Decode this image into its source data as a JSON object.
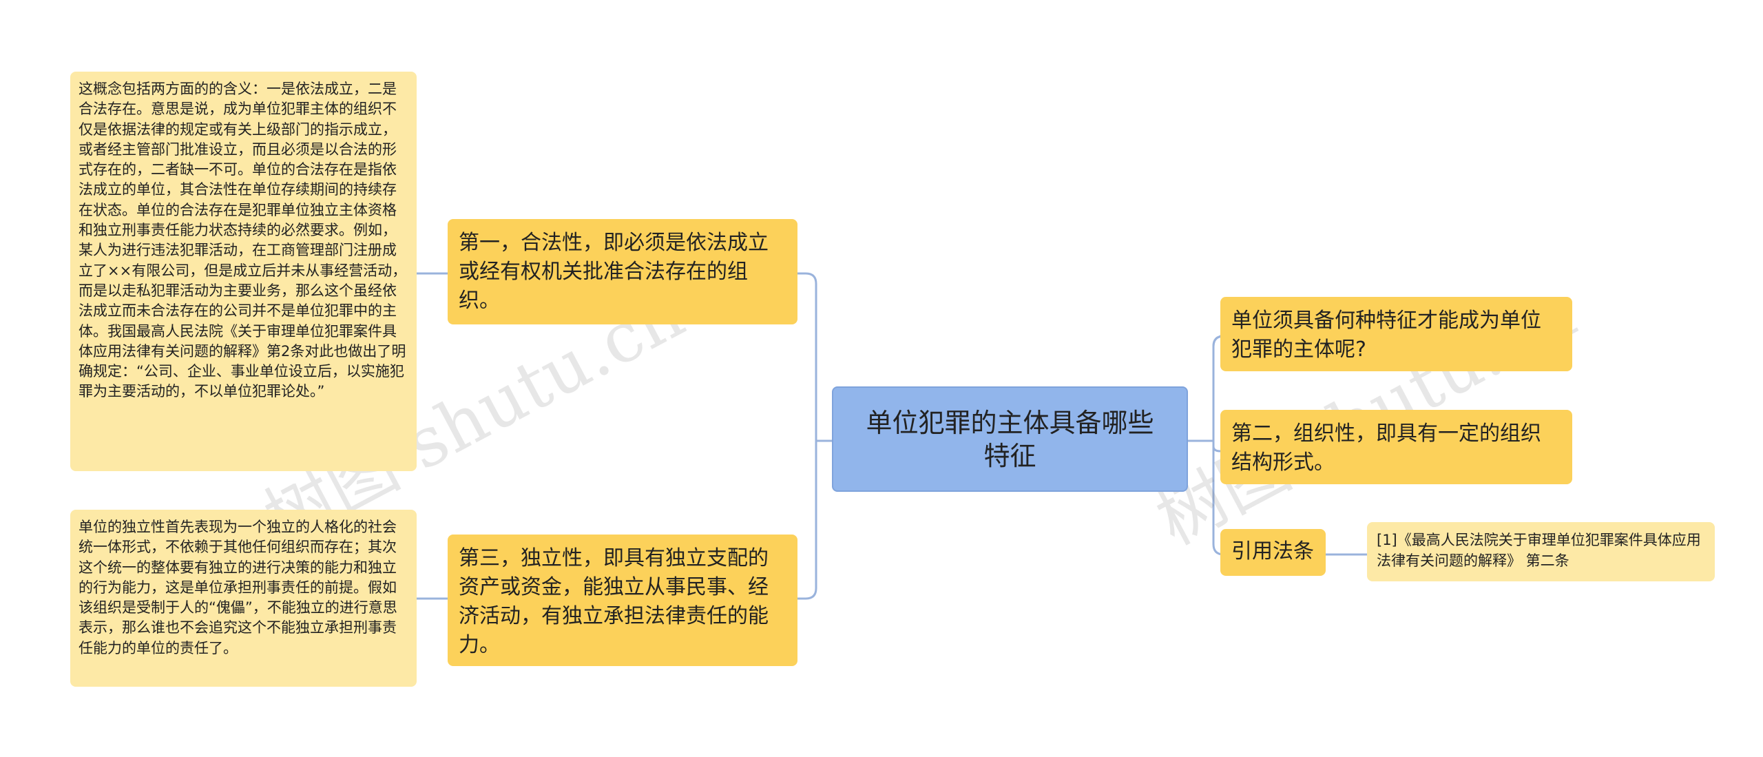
{
  "root": {
    "title": "单位犯罪的主体具备哪些特征"
  },
  "left_branches": [
    {
      "text": "第一，合法性，即必须是依法成立或经有权机关批准合法存在的组织。",
      "note": "这概念包括两方面的的含义：一是依法成立，二是合法存在。意思是说，成为单位犯罪主体的组织不仅是依据法律的规定或有关上级部门的指示成立，或者经主管部门批准设立，而且必须是以合法的形式存在的，二者缺一不可。单位的合法存在是指依法成立的单位，其合法性在单位存续期间的持续存在状态。单位的合法存在是犯罪单位独立主体资格和独立刑事责任能力状态持续的必然要求。例如，某人为进行违法犯罪活动，在工商管理部门注册成立了××有限公司，但是成立后并未从事经营活动，而是以走私犯罪活动为主要业务，那么这个虽经依法成立而未合法存在的公司并不是单位犯罪中的主体。我国最高人民法院《关于审理单位犯罪案件具体应用法律有关问题的解释》第2条对此也做出了明确规定：“公司、企业、事业单位设立后，以实施犯罪为主要活动的，不以单位犯罪论处。”"
    },
    {
      "text": "第三，独立性，即具有独立支配的资产或资金，能独立从事民事、经济活动，有独立承担法律责任的能力。",
      "note": "单位的独立性首先表现为一个独立的人格化的社会统一体形式，不依赖于其他任何组织而存在；其次这个统一的整体要有独立的进行决策的能力和独立的行为能力，这是单位承担刑事责任的前提。假如该组织是受制于人的“傀儡”，不能独立的进行意思表示，那么谁也不会追究这个不能独立承担刑事责任能力的单位的责任了。"
    }
  ],
  "right_branches": [
    {
      "text": "单位须具备何种特征才能成为单位犯罪的主体呢?"
    },
    {
      "text": "第二，组织性，即具有一定的组织结构形式。"
    },
    {
      "text": "引用法条",
      "note": "[1]《最高人民法院关于审理单位犯罪案件具体应用法律有关问题的解释》 第二条"
    }
  ],
  "watermark": [
    "树图 shutu.cn",
    "树图 shutu.cn"
  ],
  "colors": {
    "root_fill": "#91b5eb",
    "branch_fill": "#fcd15a",
    "note_fill": "#fde9a6",
    "link": "#9ab3dc"
  }
}
